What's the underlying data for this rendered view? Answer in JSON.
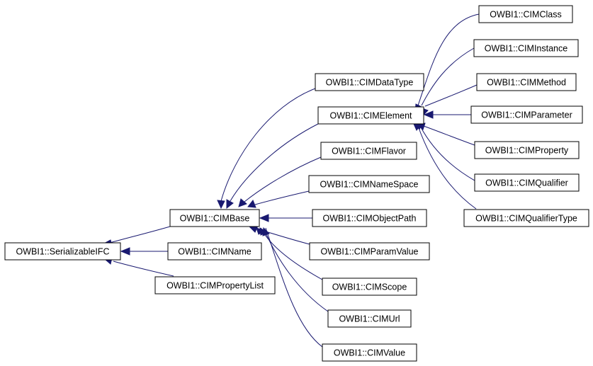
{
  "colors": {
    "edge": "#191970",
    "node_border": "#000000",
    "node_fill": "#ffffff"
  },
  "nodes": {
    "serializable_ifc": "OWBI1::SerializableIFC",
    "cim_base": "OWBI1::CIMBase",
    "cim_name": "OWBI1::CIMName",
    "cim_property_list": "OWBI1::CIMPropertyList",
    "cim_data_type": "OWBI1::CIMDataType",
    "cim_element": "OWBI1::CIMElement",
    "cim_flavor": "OWBI1::CIMFlavor",
    "cim_name_space": "OWBI1::CIMNameSpace",
    "cim_object_path": "OWBI1::CIMObjectPath",
    "cim_param_value": "OWBI1::CIMParamValue",
    "cim_scope": "OWBI1::CIMScope",
    "cim_url": "OWBI1::CIMUrl",
    "cim_value": "OWBI1::CIMValue",
    "cim_class": "OWBI1::CIMClass",
    "cim_instance": "OWBI1::CIMInstance",
    "cim_method": "OWBI1::CIMMethod",
    "cim_parameter": "OWBI1::CIMParameter",
    "cim_property": "OWBI1::CIMProperty",
    "cim_qualifier": "OWBI1::CIMQualifier",
    "cim_qualifier_type": "OWBI1::CIMQualifierType"
  }
}
